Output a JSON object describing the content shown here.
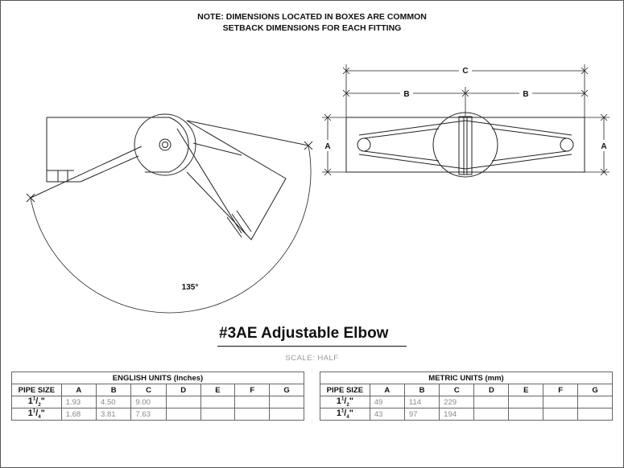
{
  "note": {
    "line1": "NOTE: DIMENSIONS LOCATED IN BOXES ARE COMMON",
    "line2": "SETBACK DIMENSIONS FOR EACH FITTING"
  },
  "drawing": {
    "angle_label": "135°",
    "dim_c": "C",
    "dim_b_left": "B",
    "dim_b_right": "B",
    "dim_a_left": "A",
    "dim_a_right": "A"
  },
  "title": "#3AE Adjustable Elbow",
  "scale": "SCALE: HALF",
  "english_table": {
    "caption": "ENGLISH UNITS (Inches)",
    "headers": [
      "PIPE SIZE",
      "A",
      "B",
      "C",
      "D",
      "E",
      "F",
      "G"
    ],
    "rows": [
      {
        "pipe_whole": "1",
        "pipe_num": "1",
        "pipe_den": "2",
        "A": "1.93",
        "B": "4.50",
        "C": "9.00",
        "D": "",
        "E": "",
        "F": "",
        "G": ""
      },
      {
        "pipe_whole": "1",
        "pipe_num": "1",
        "pipe_den": "4",
        "A": "1.68",
        "B": "3.81",
        "C": "7.63",
        "D": "",
        "E": "",
        "F": "",
        "G": ""
      }
    ]
  },
  "metric_table": {
    "caption": "METRIC UNITS (mm)",
    "headers": [
      "PIPE SIZE",
      "A",
      "B",
      "C",
      "D",
      "E",
      "F",
      "G"
    ],
    "rows": [
      {
        "pipe_whole": "1",
        "pipe_num": "1",
        "pipe_den": "2",
        "A": "49",
        "B": "114",
        "C": "229",
        "D": "",
        "E": "",
        "F": "",
        "G": ""
      },
      {
        "pipe_whole": "1",
        "pipe_num": "1",
        "pipe_den": "4",
        "A": "43",
        "B": "97",
        "C": "194",
        "D": "",
        "E": "",
        "F": "",
        "G": ""
      }
    ]
  }
}
